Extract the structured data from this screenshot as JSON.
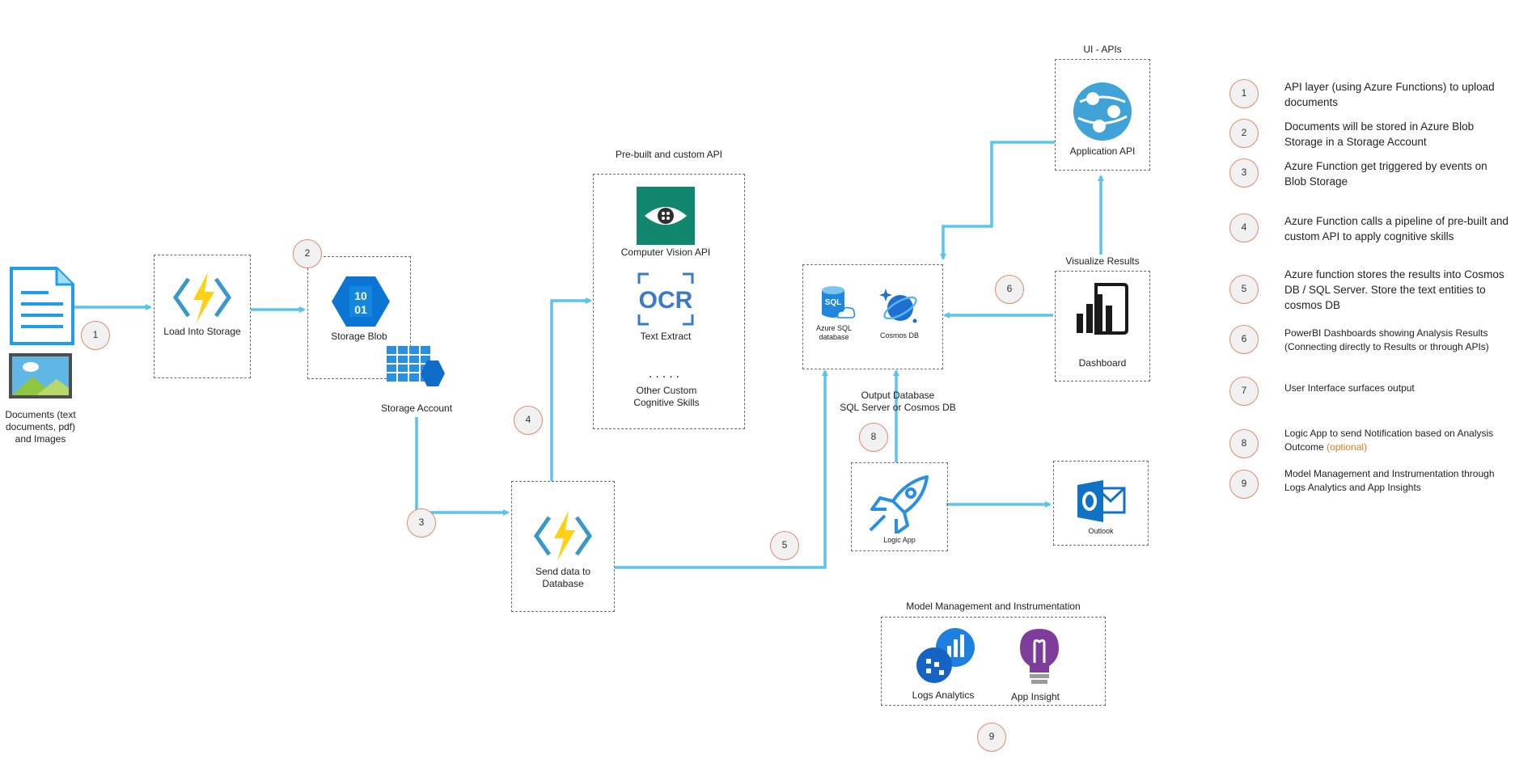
{
  "nodes": {
    "documents": "Documents (text documents, pdf) and Images",
    "load_storage": "Load Into Storage",
    "storage_blob": "Storage Blob",
    "storage_account": "Storage Account",
    "send_db": "Send data to Database",
    "computer_vision": "Computer Vision API",
    "ocr_glyph": "OCR",
    "text_extract": "Text Extract",
    "dots": ".....",
    "other_custom": "Other Custom Cognitive Skills",
    "azure_sql": "Azure SQL database",
    "sql_glyph": "SQL",
    "cosmos": "Cosmos DB",
    "output_db_line1": "Output Database",
    "output_db_line2": "SQL Server or Cosmos DB",
    "application_api": "Application API",
    "dashboard": "Dashboard",
    "logic_app": "Logic App",
    "outlook": "Outlook",
    "logs_analytics": "Logs Analytics",
    "app_insight": "App Insight"
  },
  "groups": {
    "prebuilt": "Pre-built and custom API",
    "ui_apis": "UI - APIs",
    "visualize": "Visualize Results",
    "model_mgmt": "Model Management and Instrumentation"
  },
  "steps": [
    "1",
    "2",
    "3",
    "4",
    "5",
    "6",
    "8",
    "9"
  ],
  "legend": [
    {
      "num": "1",
      "text": "API layer (using Azure Functions) to upload documents"
    },
    {
      "num": "2",
      "text": "Documents will be stored in Azure Blob Storage in a Storage Account"
    },
    {
      "num": "3",
      "text": "Azure Function get triggered by events on Blob Storage"
    },
    {
      "num": "4",
      "text": "Azure Function calls a pipeline of pre-built and custom API to apply cognitive skills"
    },
    {
      "num": "5",
      "text": "Azure function stores the results into Cosmos DB / SQL Server. Store the text entities to cosmos DB"
    },
    {
      "num": "6",
      "text": "PowerBI Dashboards showing Analysis Results (Connecting directly to Results or through APIs)"
    },
    {
      "num": "7",
      "text": "User Interface surfaces output"
    },
    {
      "num": "8",
      "text": "Logic App to send Notification based on Analysis Outcome",
      "extra": "(optional)"
    },
    {
      "num": "9",
      "text": "Model Management and Instrumentation through Logs Analytics and App Insights"
    }
  ],
  "colors": {
    "arrow": "#5bc4ea",
    "azure_blue": "#0078d4",
    "function_yellow": "#fcd116",
    "function_brackets": "#3999c6",
    "computer_vision_green": "#11876f",
    "app_insight_purple": "#7f3d9b",
    "step_border": "#e08a6c",
    "optional_orange": "#e07b20"
  },
  "icons": {
    "documents": "document-icon",
    "images": "image-icon",
    "function": "azure-function-icon",
    "storage_blob": "storage-blob-icon",
    "storage_account": "storage-account-icon",
    "computer_vision": "eye-icon",
    "ocr": "ocr-icon",
    "sql": "sql-database-icon",
    "cosmos": "cosmos-db-icon",
    "application_api": "app-service-icon",
    "dashboard": "power-bi-icon",
    "logic_app": "logic-app-icon",
    "outlook": "outlook-icon",
    "logs_analytics": "log-analytics-icon",
    "app_insight": "app-insights-icon"
  }
}
